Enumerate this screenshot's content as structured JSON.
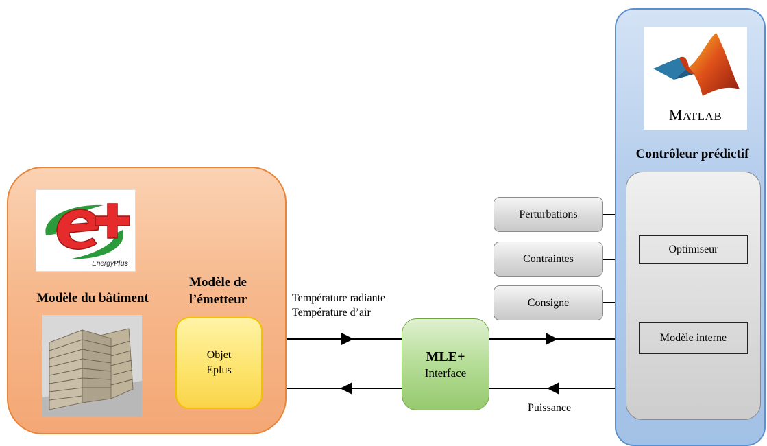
{
  "energyplus_panel": {
    "logo": {
      "icon": "energyplus-logo-icon",
      "label_light": "Energy",
      "label_bold": "Plus"
    },
    "building_title": "Modèle du bâtiment",
    "emitter_title_line1": "Modèle de",
    "emitter_title_line2": "l’émetteur",
    "emitter_box_line1": "Objet",
    "emitter_box_line2": "Eplus"
  },
  "signals": {
    "upper_line1": "Température radiante",
    "upper_line2": "Température d’air",
    "lower": "Puissance"
  },
  "mle": {
    "line1": "MLE+",
    "line2": "Interface"
  },
  "inputs": [
    "Perturbations",
    "Contraintes",
    "Consigne"
  ],
  "controller": {
    "logo": {
      "icon": "matlab-membrane-icon",
      "text_first": "M",
      "text_rest": "ATLAB"
    },
    "title": "Contrôleur prédictif",
    "optimizer": "Optimiseur",
    "internal_model": "Modèle interne"
  },
  "colors": {
    "energyplus_border": "#e8853a",
    "emitter_border": "#f2c200",
    "mle_border": "#6ea542",
    "controller_border": "#5b8fcf"
  }
}
